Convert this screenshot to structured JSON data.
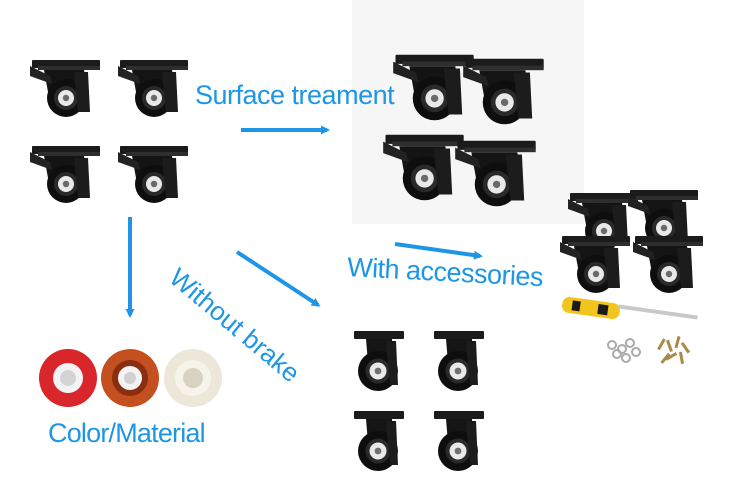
{
  "labels": {
    "surface": "Surface treament",
    "accessories": "With accessories",
    "no_brake": "Without brake",
    "color_material": "Color/Material"
  },
  "colors": {
    "arrow": "#1e96e6",
    "caster_body": "#1a1a1a",
    "wheel_tread": "#111111",
    "hub": "#f2f2f2",
    "red_wheel": "#d8262a",
    "orange_wheel": "#c4501f",
    "white_wheel": "#ece7d8",
    "screwdriver_handle": "#f2c51e"
  },
  "icons": [
    "arrow-right-icon",
    "arrow-down-icon",
    "arrow-diagonal-icon"
  ]
}
